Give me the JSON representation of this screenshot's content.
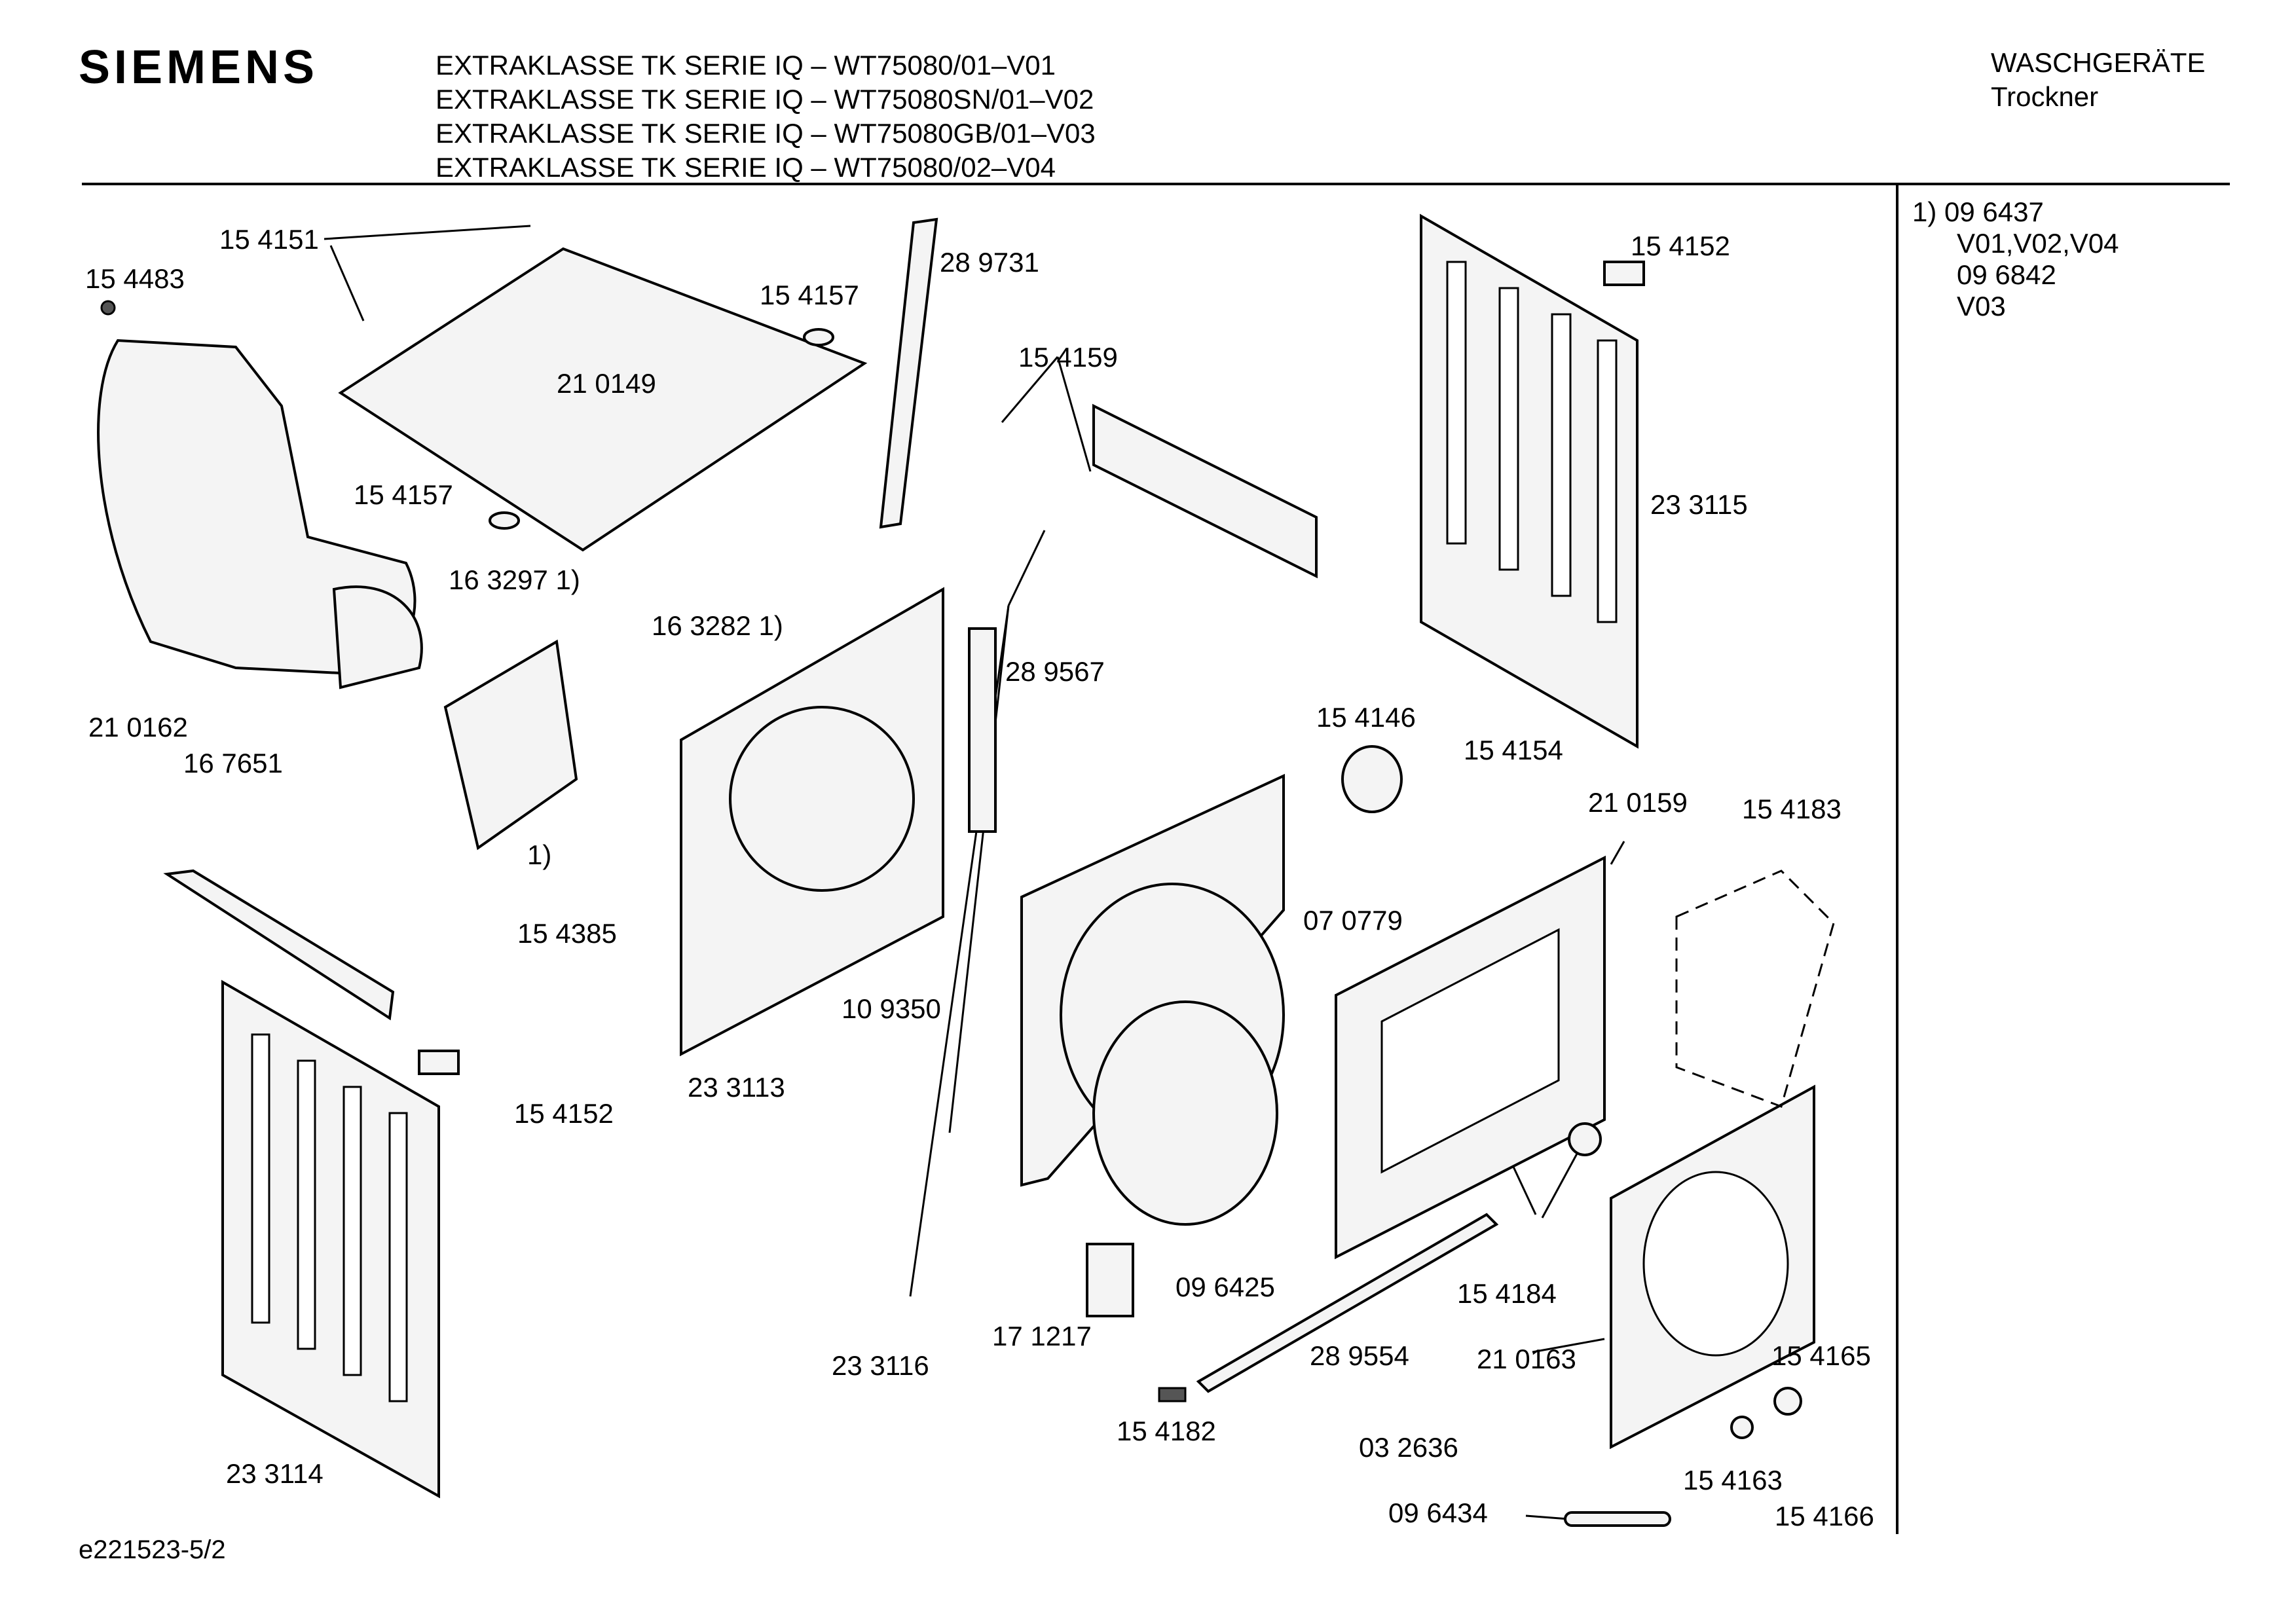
{
  "header": {
    "brand": "SIEMENS",
    "title_lines": [
      "EXTRAKLASSE TK SERIE IQ – WT75080/01–V01",
      "EXTRAKLASSE TK SERIE IQ – WT75080SN/01–V02",
      "EXTRAKLASSE TK SERIE IQ – WT75080GB/01–V03",
      "EXTRAKLASSE TK SERIE IQ – WT75080/02–V04"
    ],
    "category": "WASCHGERÄTE",
    "subcategory": "Trockner"
  },
  "notes": {
    "line1": "1)  09 6437",
    "line2": "V01,V02,V04",
    "line3": "09 6842",
    "line4": "V03"
  },
  "labels": {
    "p154151": "15 4151",
    "p154483": "15 4483",
    "p210149": "21 0149",
    "p154157a": "15 4157",
    "p154157b": "15 4157",
    "p289731": "28 9731",
    "p154159": "15 4159",
    "p154152a": "15 4152",
    "p233115": "23 3115",
    "p163297": "16 3297 1)",
    "p163282": "16 3282 1)",
    "p210162": "21 0162",
    "p167651": "16 7651",
    "p289567": "28 9567",
    "p1note": "1)",
    "p154385": "15 4385",
    "p109350": "10 9350",
    "p154146": "15 4146",
    "p154154": "15 4154",
    "p210159": "21 0159",
    "p154183": "15 4183",
    "p070779": "07 0779",
    "p233113": "23 3113",
    "p154152b": "15 4152",
    "p233114": "23 3114",
    "p233116": "23 3116",
    "p171217": "17 1217",
    "p096425": "09 6425",
    "p154184": "15 4184",
    "p289554": "28 9554",
    "p210163": "21 0163",
    "p154165": "15 4165",
    "p154182": "15 4182",
    "p032636": "03 2636",
    "p154163": "15 4163",
    "p096434": "09 6434",
    "p154166": "15 4166"
  },
  "footer": {
    "code": "e221523-5/2"
  }
}
